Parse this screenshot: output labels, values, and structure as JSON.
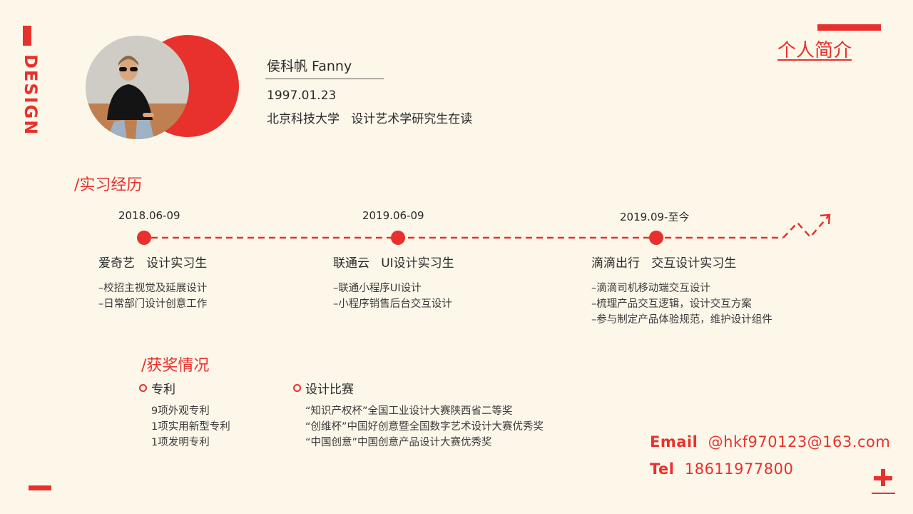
{
  "side_label": "DESIGN",
  "page_title": "个人简介",
  "profile": {
    "name": "侯科帆 Fanny",
    "birth": "1997.01.23",
    "school": "北京科技大学   设计艺术学研究生在读"
  },
  "internship": {
    "heading": "/实习经历",
    "entries": [
      {
        "date": "2018.06-09",
        "company": "爱奇艺   设计实习生",
        "items": [
          "–校招主视觉及延展设计",
          "–日常部门设计创意工作"
        ]
      },
      {
        "date": "2019.06-09",
        "company": "联通云   UI设计实习生",
        "items": [
          "–联通小程序UI设计",
          "–小程序销售后台交互设计"
        ]
      },
      {
        "date": "2019.09-至今",
        "company": "滴滴出行   交互设计实习生",
        "items": [
          "–滴滴司机移动端交互设计",
          "–梳理产品交互逻辑，设计交互方案",
          "–参与制定产品体验规范，维护设计组件"
        ]
      }
    ]
  },
  "awards": {
    "heading": "/获奖情况",
    "patent": {
      "label": "专利",
      "items": [
        "9项外观专利",
        "1项实用新型专利",
        "1项发明专利"
      ]
    },
    "competition": {
      "label": "设计比赛",
      "items": [
        "“知识产权杯”全国工业设计大赛陕西省二等奖",
        "“创维杯”中国好创意暨全国数字艺术设计大赛优秀奖",
        "“中国创意”中国创意产品设计大赛优秀奖"
      ]
    }
  },
  "contact": {
    "email_label": "Email",
    "email": "@hkf970123@163.com",
    "tel_label": "Tel",
    "tel": "18611977800"
  },
  "colors": {
    "accent": "#e8312c",
    "background": "#fdf7ea",
    "text": "#2a2a2a"
  },
  "icons": [
    "arrow-up-right-icon",
    "plus-icon",
    "ring-bullet-icon"
  ]
}
